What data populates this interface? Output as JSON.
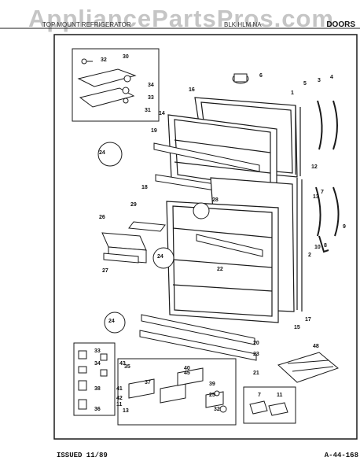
{
  "watermark": "AppliancePartsPros.com",
  "header": {
    "left_text": "TOP MOUNT REFRIGERATOR",
    "mid_text": "BLK HLM NA",
    "section": "DOORS"
  },
  "footer": {
    "issued": "ISSUED 11/89",
    "page": "A-44-168"
  },
  "callouts": [
    "30",
    "32",
    "34",
    "33",
    "31",
    "6",
    "16",
    "1",
    "5",
    "3",
    "4",
    "14",
    "19",
    "24",
    "18",
    "12",
    "13",
    "2",
    "28",
    "29",
    "26",
    "22",
    "27",
    "24",
    "10",
    "8",
    "9",
    "7",
    "17",
    "15",
    "20",
    "23",
    "21",
    "24",
    "48",
    "33",
    "34",
    "38",
    "36",
    "35",
    "37",
    "40",
    "39",
    "43",
    "45",
    "25",
    "32",
    "41",
    "42",
    "11",
    "13",
    "7",
    "11"
  ],
  "colors": {
    "ink": "#1a1a1a",
    "paper": "#ffffff",
    "watermark": "#9a9a9a"
  }
}
